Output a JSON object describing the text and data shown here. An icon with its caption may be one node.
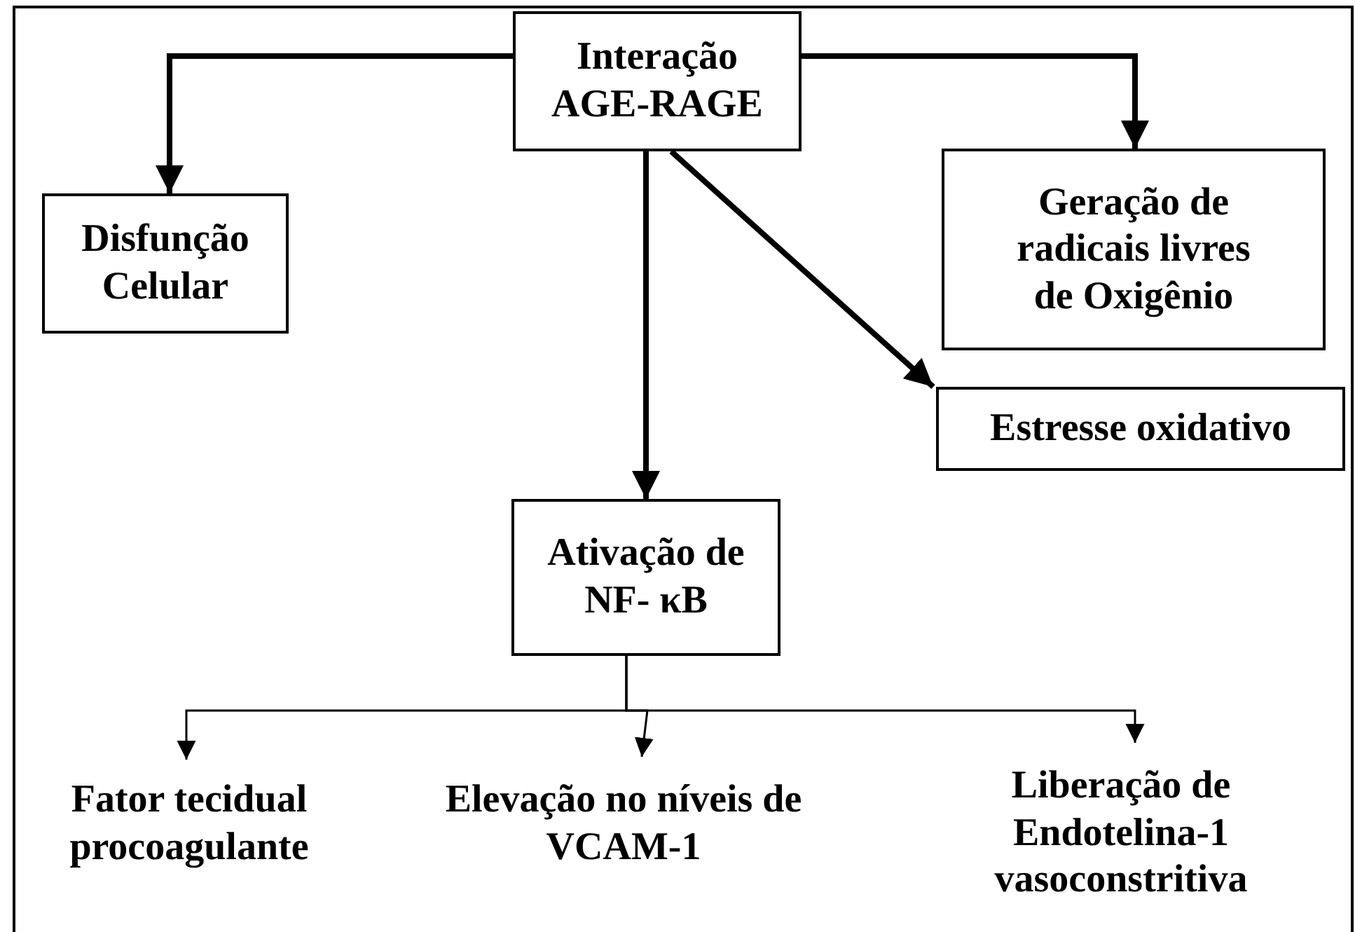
{
  "diagram": {
    "nodes": [
      {
        "text": [
          "Interação AGE-RAGE"
        ]
      },
      {
        "text": [
          "Disfunção Celular"
        ]
      },
      {
        "text": [
          "Geração de radicais livres de Oxigênio"
        ]
      },
      {
        "text": [
          "Estresse oxidativo"
        ]
      },
      {
        "text": [
          "Ativação de NF- κB"
        ]
      },
      {
        "text": [
          "Fator tecidual procoagulante"
        ]
      },
      {
        "text": [
          "Elevação no níveis de VCAM-1"
        ]
      },
      {
        "text": [
          "Liberação de Endotelina-1 vasoconstritiva"
        ]
      }
    ],
    "edges": [
      {
        "from": 0,
        "to": 1,
        "arrow": "to"
      },
      {
        "from": 0,
        "to": 2,
        "arrow": "to"
      },
      {
        "from": 0,
        "to": 4,
        "arrow": "to"
      },
      {
        "from": 0,
        "to": 3,
        "arrow": "to"
      },
      {
        "from": 4,
        "to": 5,
        "arrow": "to"
      },
      {
        "from": 4,
        "to": 6,
        "arrow": "to"
      },
      {
        "from": 4,
        "to": 7,
        "arrow": "to"
      }
    ]
  }
}
